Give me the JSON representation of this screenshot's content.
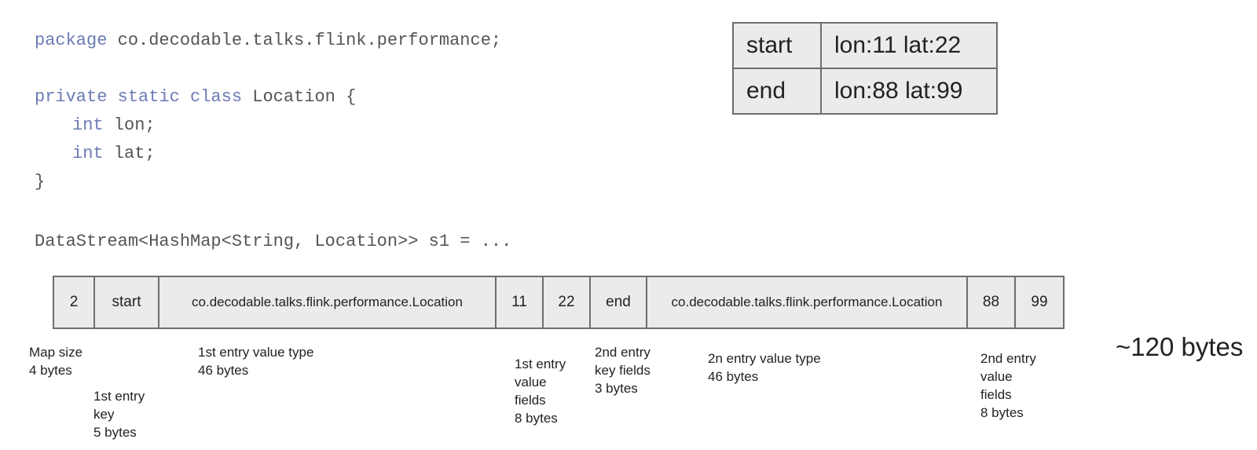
{
  "code": {
    "package_kw": "package",
    "package_name": " co.decodable.talks.flink.performance;",
    "class_kw": "private static class",
    "class_name": " Location {",
    "field1_kw": "int",
    "field1_name": " lon;",
    "field2_kw": "int",
    "field2_name": " lat;",
    "close_brace": "}",
    "stream_line": "DataStream<HashMap<String, Location>> s1 = ..."
  },
  "map_table": [
    {
      "key": "start",
      "value": "lon:11 lat:22"
    },
    {
      "key": "end",
      "value": "lon:88 lat:99"
    }
  ],
  "serialized_cells": [
    {
      "text": "2"
    },
    {
      "text": "start"
    },
    {
      "text": "co.decodable.talks.flink.performance.Location"
    },
    {
      "text": "11"
    },
    {
      "text": "22"
    },
    {
      "text": "end"
    },
    {
      "text": "co.decodable.talks.flink.performance.Location"
    },
    {
      "text": "88"
    },
    {
      "text": "99"
    }
  ],
  "annotations": {
    "map_size": [
      "Map size",
      "4 bytes"
    ],
    "first_key": [
      "1st entry",
      "key",
      "5 bytes"
    ],
    "first_value_type": [
      "1st entry value type",
      "46 bytes"
    ],
    "first_value_fields": [
      "1st entry",
      "value",
      "fields",
      "8 bytes"
    ],
    "second_key_fields": [
      "2nd entry",
      "key fields",
      "3 bytes"
    ],
    "second_value_type": [
      "2n entry value type",
      "46 bytes"
    ],
    "second_value_fields": [
      "2nd entry",
      "value",
      "fields",
      "8 bytes"
    ]
  },
  "total": "~120 bytes"
}
